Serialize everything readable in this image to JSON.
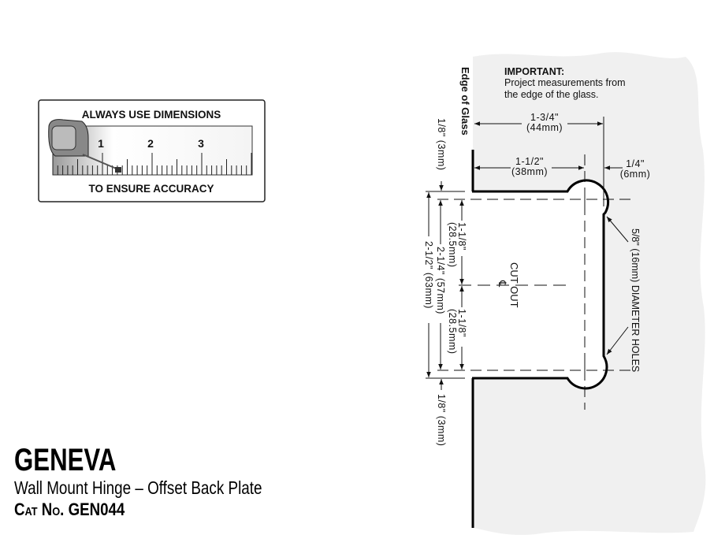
{
  "callout": {
    "top_text": "ALWAYS USE DIMENSIONS",
    "bottom_text": "TO ENSURE ACCURACY",
    "ruler_numbers": [
      "1",
      "2",
      "3"
    ]
  },
  "product": {
    "name": "GENEVA",
    "subtitle": "Wall Mount Hinge – Offset Back Plate",
    "cat_prefix": "Cat No.",
    "cat_number": "GEN044"
  },
  "drawing": {
    "edge_label": "Edge of Glass",
    "important_title": "IMPORTANT:",
    "important_line1": "Project measurements from",
    "important_line2": "the edge of the glass.",
    "dim_1_3_4": "1-3/4\"",
    "dim_1_3_4_mm": "(44mm)",
    "dim_1_1_2": "1-1/2\"",
    "dim_1_1_2_mm": "(38mm)",
    "dim_1_4": "1/4\"",
    "dim_1_4_mm": "(6mm)",
    "dim_top_1_8": "1/8\" (3mm)",
    "dim_bottom_1_8": "1/8\" (3mm)",
    "dim_2_1_2": "2-1/2\" (63mm)",
    "dim_2_1_4": "2-1/4\" (57mm)",
    "dim_1_1_8_a": "1-1/8\"",
    "dim_1_1_8_a_mm": "(28.5mm)",
    "dim_1_1_8_b": "1-1/8\"",
    "dim_1_1_8_b_mm": "(28.5mm)",
    "cutout_label": "CUT OUT",
    "centerline_symbol": "℄",
    "holes_label": "5/8\" (16mm) DIAMETER HOLES"
  }
}
